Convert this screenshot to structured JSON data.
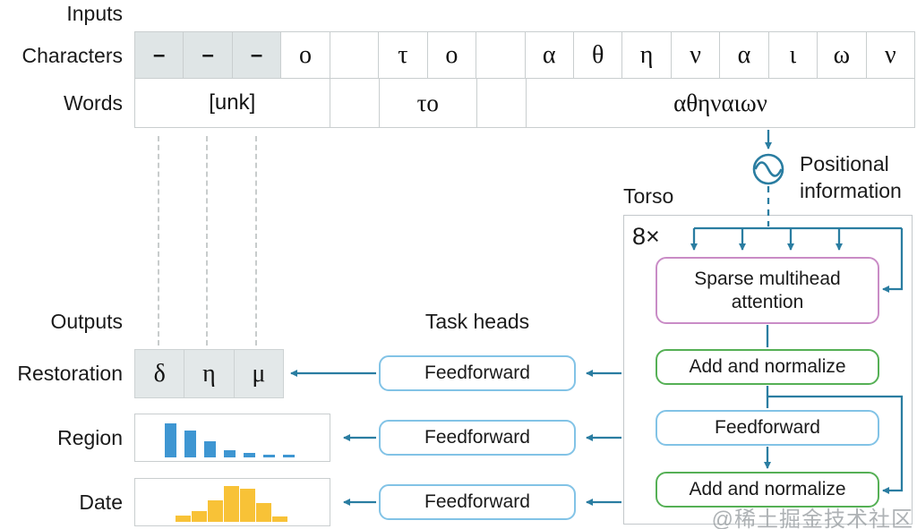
{
  "labels": {
    "inputs": "Inputs",
    "characters": "Characters",
    "words": "Words",
    "outputs": "Outputs",
    "restoration": "Restoration",
    "region": "Region",
    "date": "Date",
    "task_heads": "Task heads",
    "torso": "Torso",
    "repeat": "8×",
    "positional_line1": "Positional",
    "positional_line2": "information"
  },
  "inputs": {
    "characters": [
      {
        "text": "–",
        "shaded": true
      },
      {
        "text": "–",
        "shaded": true
      },
      {
        "text": "–",
        "shaded": true
      },
      {
        "text": "ο",
        "shaded": false
      },
      {
        "text": "",
        "shaded": false
      },
      {
        "text": "τ",
        "shaded": false
      },
      {
        "text": "ο",
        "shaded": false
      },
      {
        "text": "",
        "shaded": false
      },
      {
        "text": "α",
        "shaded": false
      },
      {
        "text": "θ",
        "shaded": false
      },
      {
        "text": "η",
        "shaded": false
      },
      {
        "text": "ν",
        "shaded": false
      },
      {
        "text": "α",
        "shaded": false
      },
      {
        "text": "ι",
        "shaded": false
      },
      {
        "text": "ω",
        "shaded": false
      },
      {
        "text": "ν",
        "shaded": false
      }
    ],
    "words": [
      {
        "text": "[unk]",
        "span": 4,
        "greek": false
      },
      {
        "text": "",
        "span": 1,
        "greek": false
      },
      {
        "text": "το",
        "span": 2,
        "greek": true
      },
      {
        "text": "",
        "span": 1,
        "greek": false
      },
      {
        "text": "αθηναιων",
        "span": 8,
        "greek": true
      }
    ]
  },
  "torso": {
    "blocks": [
      {
        "label": "Sparse multihead attention"
      },
      {
        "label": "Add and normalize"
      },
      {
        "label": "Feedforward"
      },
      {
        "label": "Add and normalize"
      }
    ]
  },
  "task_heads": [
    {
      "label": "Feedforward"
    },
    {
      "label": "Feedforward"
    },
    {
      "label": "Feedforward"
    }
  ],
  "outputs": {
    "restoration_cells": [
      "δ",
      "η",
      "μ"
    ]
  },
  "chart_data": [
    {
      "type": "bar",
      "name": "region",
      "title": "Region output distribution",
      "values": [
        100,
        79,
        47,
        21,
        13,
        8,
        8
      ],
      "color": "#3e96d2",
      "axis_labels": "none",
      "grid": false,
      "note": "decreasing categorical probability histogram"
    },
    {
      "type": "bar",
      "name": "date",
      "title": "Date output distribution",
      "values": [
        18,
        30,
        60,
        100,
        93,
        53,
        15
      ],
      "color": "#f8c237",
      "axis_labels": "none",
      "grid": false,
      "note": "bell-shaped date probability histogram"
    }
  ],
  "colors": {
    "arrow": "#2a7da1",
    "attention_border": "#c98cc6",
    "normalize_border": "#55b055",
    "feedforward_border": "#82c3e6",
    "shaded_cell": "#dfe5e6",
    "region_bars": "#3e96d2",
    "date_bars": "#f8c237"
  },
  "watermark": "@稀土掘金技术社区"
}
